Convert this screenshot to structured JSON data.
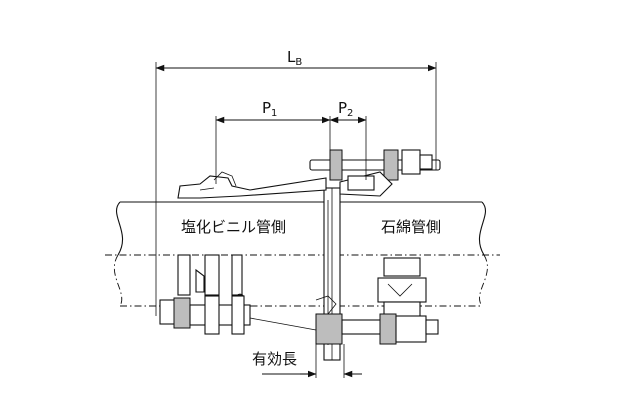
{
  "dimensions": {
    "overall": {
      "main": "L",
      "sub": "B"
    },
    "p1": {
      "main": "P",
      "sub": "1"
    },
    "p2": {
      "main": "P",
      "sub": "2"
    }
  },
  "labels": {
    "left_side": "塩化ビニル管側",
    "right_side": "石綿管側",
    "effective_length": "有効長"
  }
}
